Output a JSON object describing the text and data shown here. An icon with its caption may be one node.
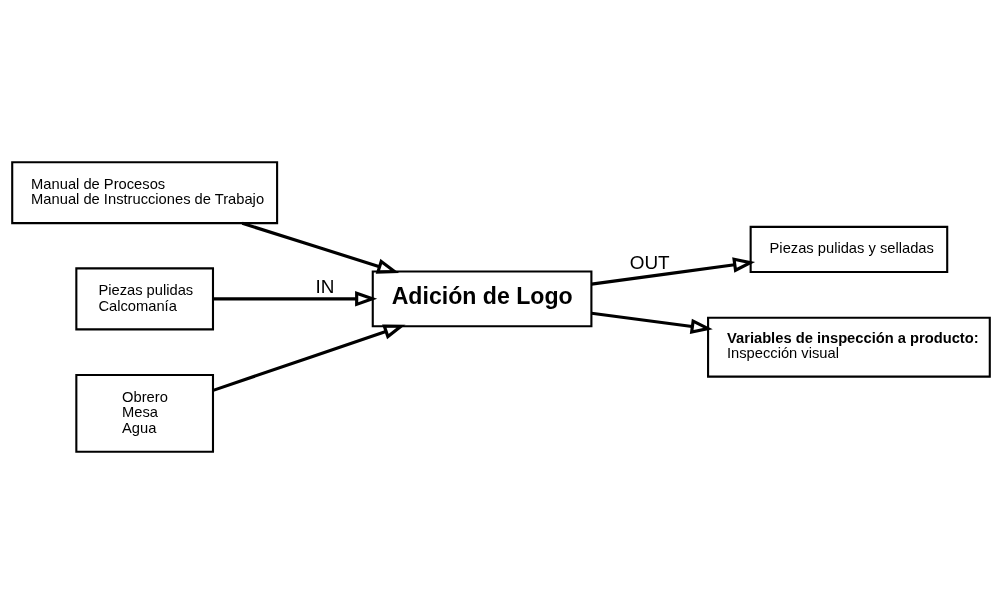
{
  "diagram": {
    "nodes": [
      {
        "text": [
          "Manual de Procesos",
          "Manual de Instrucciones de Trabajo"
        ]
      },
      {
        "text": [
          "Piezas pulidas",
          "Calcomanía"
        ]
      },
      {
        "text": [
          "Adición de Logo"
        ]
      },
      {
        "text": [
          "Piezas pulidas y selladas"
        ]
      },
      {
        "text": [
          "Variables de inspección a producto:",
          "Inspección visual"
        ]
      },
      {
        "text": [
          "Obrero",
          "Mesa",
          "Agua"
        ]
      }
    ],
    "edges": [
      {
        "from": 0,
        "to": 2,
        "arrow": "to"
      },
      {
        "from": 1,
        "to": 2,
        "arrow": "to",
        "label": "IN"
      },
      {
        "from": 2,
        "to": 3,
        "arrow": "to",
        "label": "OUT"
      },
      {
        "from": 2,
        "to": 4,
        "arrow": "to"
      },
      {
        "from": 5,
        "to": 2,
        "arrow": "to"
      }
    ]
  }
}
